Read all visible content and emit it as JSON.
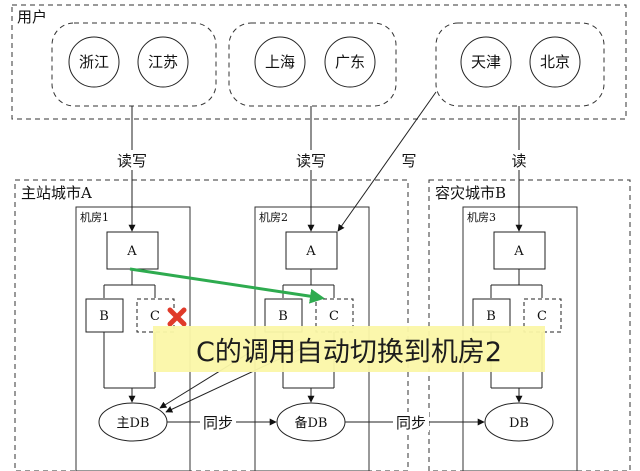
{
  "users": {
    "title": "用户",
    "groups": [
      {
        "left": "浙江",
        "right": "江苏"
      },
      {
        "left": "上海",
        "right": "广东"
      },
      {
        "left": "天津",
        "right": "北京"
      }
    ]
  },
  "edges": {
    "rw1": "读写",
    "rw2": "读写",
    "write": "写",
    "read": "读",
    "sync1": "同步",
    "sync2": "同步"
  },
  "cities": {
    "main": "主站城市A",
    "backup": "容灾城市B"
  },
  "rooms": {
    "r1": {
      "title": "机房1",
      "a": "A",
      "b": "B",
      "c": "C",
      "db": "主DB"
    },
    "r2": {
      "title": "机房2",
      "a": "A",
      "b": "B",
      "c": "C",
      "db": "备DB"
    },
    "r3": {
      "title": "机房3",
      "a": "A",
      "b": "B",
      "c": "C",
      "db": "DB"
    }
  },
  "caption": "C的调用自动切换到机房2",
  "colors": {
    "arrow_green": "#2eab4f",
    "fail_red": "#e03a2a",
    "caption_bg": "#fbf7a8"
  }
}
